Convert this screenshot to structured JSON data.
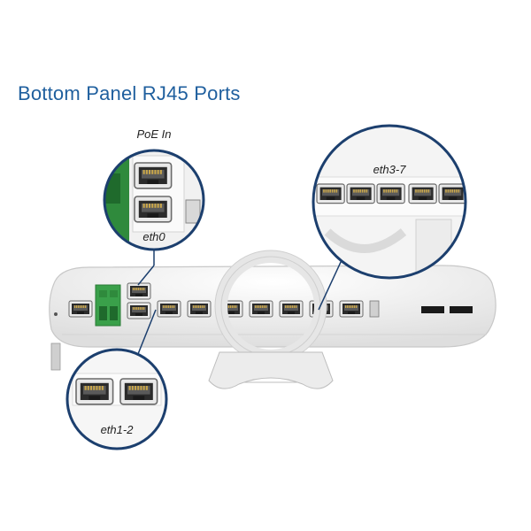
{
  "title": "Bottom Panel RJ45 Ports",
  "callouts": {
    "poe_in": "PoE In",
    "eth0": "eth0",
    "eth3_7": "eth3-7",
    "eth1_2": "eth1-2"
  },
  "colors": {
    "title": "#1f5f9e",
    "callout_ring": "#1c3f6e",
    "terminal_block": "#3aa04a",
    "device_body": "#f2f2f2"
  },
  "icons": [
    "rj45-port-icon",
    "terminal-block-icon",
    "mount-bracket-icon"
  ]
}
